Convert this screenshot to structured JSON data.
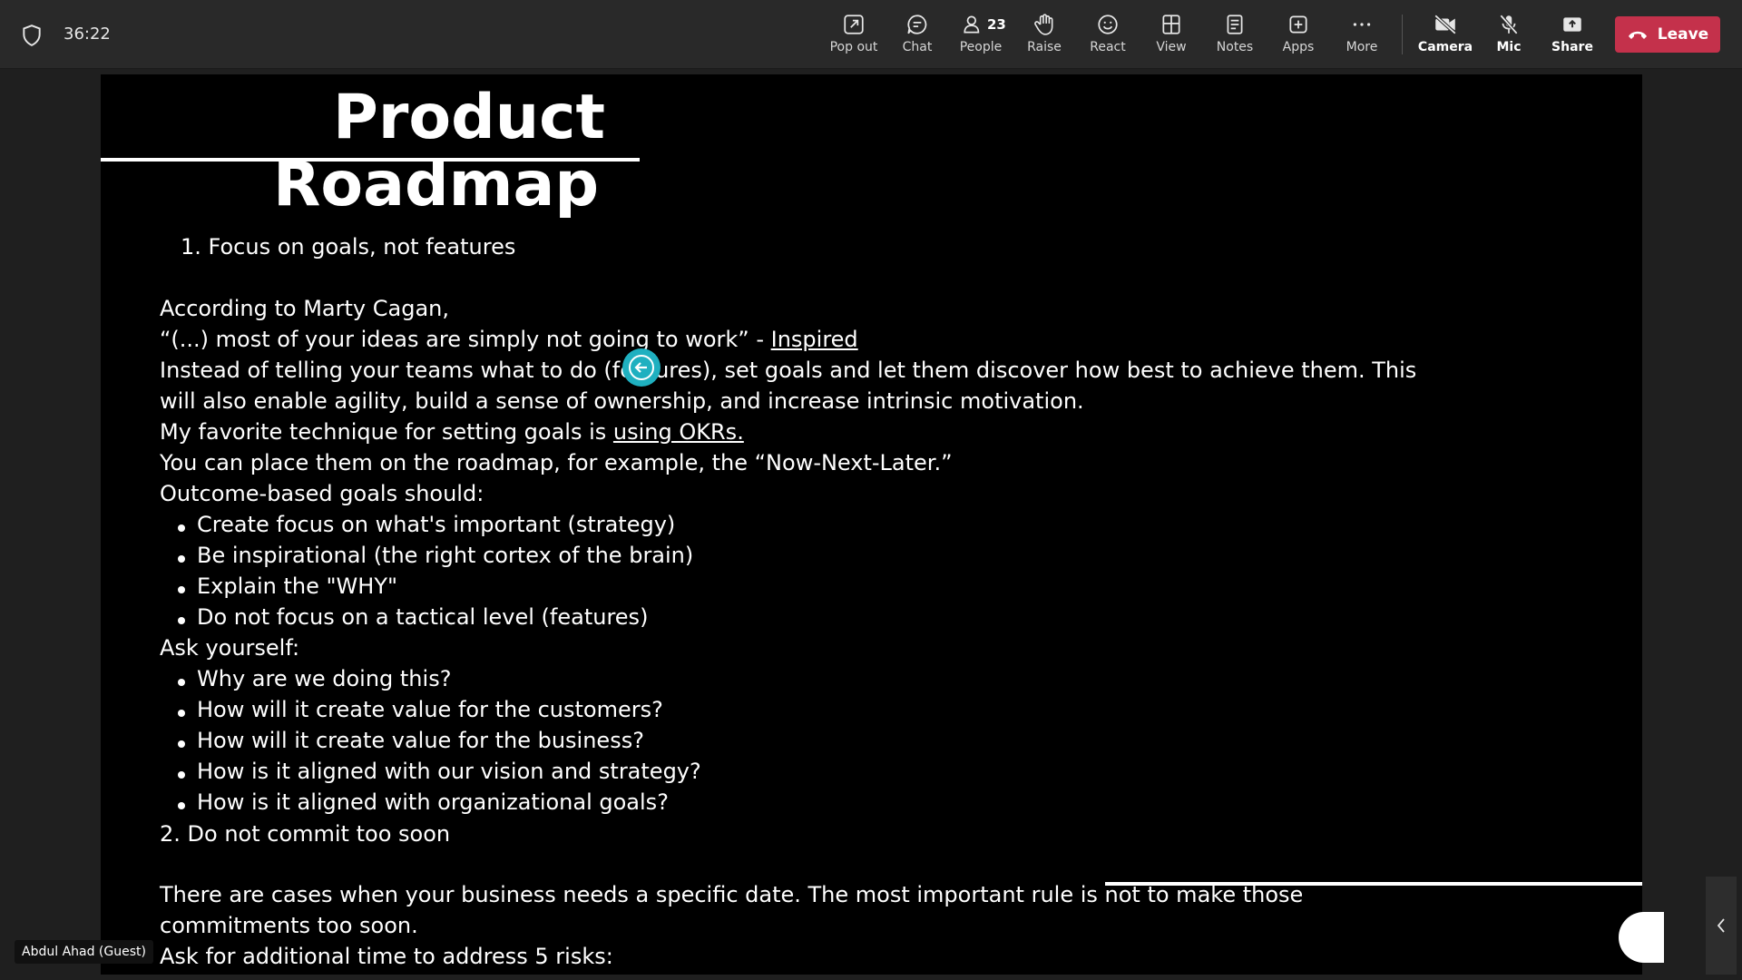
{
  "meeting": {
    "timer": "36:22",
    "toolbar": [
      {
        "label": "Pop out",
        "icon": "pop-out-icon"
      },
      {
        "label": "Chat",
        "icon": "chat-icon"
      },
      {
        "label": "People",
        "icon": "people-icon",
        "count": "23"
      },
      {
        "label": "Raise",
        "icon": "raise-hand-icon"
      },
      {
        "label": "React",
        "icon": "react-icon"
      },
      {
        "label": "View",
        "icon": "view-icon"
      },
      {
        "label": "Notes",
        "icon": "notes-icon"
      },
      {
        "label": "Apps",
        "icon": "apps-icon"
      },
      {
        "label": "More",
        "icon": "more-icon"
      },
      {
        "label": "Camera",
        "icon": "camera-off-icon"
      },
      {
        "label": "Mic",
        "icon": "mic-off-icon"
      },
      {
        "label": "Share",
        "icon": "share-icon"
      }
    ],
    "leave_label": "Leave",
    "leave_color": "#c4314b",
    "participant_name": "Abdul Ahad (Guest)"
  },
  "slide": {
    "title_line1": "Product",
    "title_line2": "Roadmap",
    "point1": "1. Focus on goals, not features",
    "according": "According to Marty Cagan,",
    "quote_text": "“(...) most of your ideas are simply not going to work” - ",
    "quote_link": "Inspired",
    "instead_line1": "Instead of telling your teams what to do (features), set goals and let them discover how best to achieve them. This",
    "instead_line2": "will also enable agility, build a sense of ownership, and increase intrinsic motivation.",
    "fav_text": "My favorite technique for setting goals is ",
    "fav_link": "using OKRs.",
    "place_text": "You can place them on the roadmap, for example, the “Now-Next-Later.”",
    "outcome_heading": "Outcome-based goals should:",
    "outcome_bullets": [
      "Create focus on what's important (strategy)",
      "Be inspirational (the right cortex of the brain)",
      "Explain the \"WHY\"",
      "Do not focus on a tactical level (features)"
    ],
    "ask_heading": "Ask yourself:",
    "ask_bullets": [
      "Why are we doing this?",
      "How will it create value for the customers?",
      "How will it create value for the business?",
      "How is it aligned with our vision and strategy?",
      "How is it aligned with organizational goals?"
    ],
    "point2": "2. Do not commit too soon",
    "cases_line1": "There are cases when your business needs a specific date. The most important rule is not to make those",
    "cases_line2": "commitments too soon.",
    "ask_more": "Ask for additional time to address 5 risks:"
  }
}
